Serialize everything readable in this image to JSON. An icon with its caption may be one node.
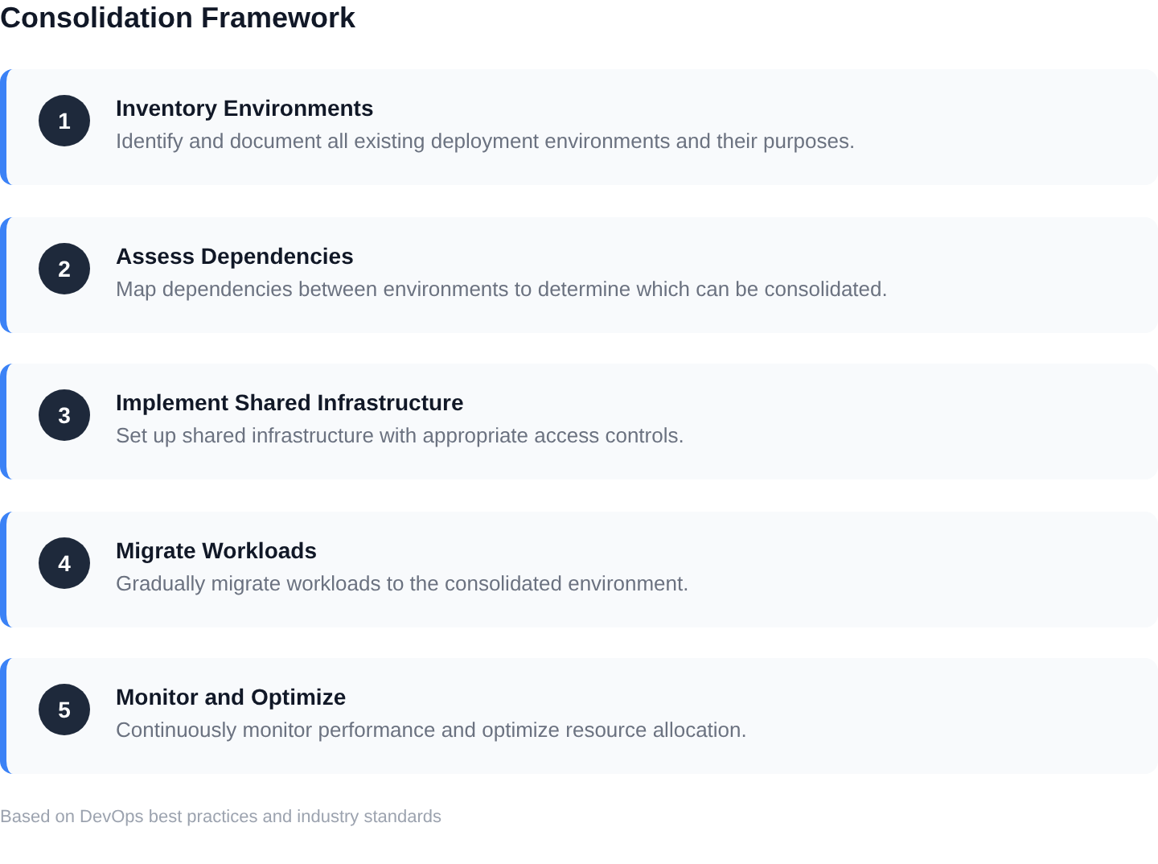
{
  "diagram": {
    "title": "Consolidation Framework",
    "nodes": [
      {
        "text": [
          "Inventory Environments",
          "Identify and document all existing deployment environments and their purposes."
        ]
      },
      {
        "text": [
          "1"
        ],
        "in": 0
      },
      {
        "text": [
          "Assess Dependencies",
          "Map dependencies between environments to determine which can be consolidated."
        ]
      },
      {
        "text": [
          "2"
        ],
        "in": 2
      },
      {
        "text": [
          "Implement Shared Infrastructure",
          "Set up shared infrastructure with appropriate access controls."
        ]
      },
      {
        "text": [
          "3"
        ],
        "in": 4
      },
      {
        "text": [
          "Migrate Workloads",
          "Gradually migrate workloads to the consolidated environment."
        ]
      },
      {
        "text": [
          "4"
        ],
        "in": 6
      },
      {
        "text": [
          "Monitor and Optimize",
          "Continuously monitor performance and optimize resource allocation."
        ]
      },
      {
        "text": [
          "5"
        ],
        "in": 8
      }
    ],
    "caption": "Based on DevOps best practices and industry standards"
  }
}
